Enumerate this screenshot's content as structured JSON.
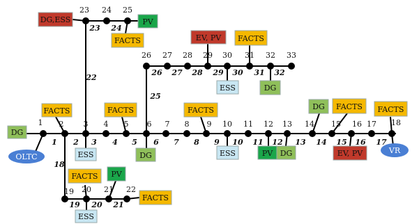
{
  "colors": {
    "FACTS": "#f5b800",
    "PV": "#1aa64a",
    "DG": "#8fbf5a",
    "ESS": "#c8e6f2",
    "EV_PV": "#c0392b",
    "DG_ESS": "#c0392b",
    "OLTC": "#4a7fd4",
    "VR": "#4a7fd4"
  },
  "buses": [
    "1",
    "2",
    "3",
    "4",
    "5",
    "6",
    "7",
    "8",
    "9",
    "10",
    "11",
    "12",
    "13",
    "14",
    "15",
    "16",
    "17",
    "18",
    "19",
    "20",
    "21",
    "22",
    "23",
    "24",
    "25",
    "26",
    "27",
    "28",
    "29",
    "30",
    "31",
    "32",
    "33"
  ],
  "branches": [
    "1",
    "2",
    "3",
    "4",
    "5",
    "6",
    "7",
    "8",
    "9",
    "10",
    "11",
    "12",
    "13",
    "14",
    "15",
    "16",
    "17",
    "18",
    "19",
    "20",
    "21",
    "22",
    "23",
    "24",
    "25",
    "26",
    "27",
    "28",
    "29",
    "30",
    "31",
    "32"
  ],
  "devices": {
    "facts": "FACTS",
    "pv": "PV",
    "dg": "DG",
    "ess": "ESS",
    "ev_pv": "EV, PV",
    "dg_ess": "DG,ESS",
    "oltc": "OLTC",
    "vr": "VR"
  }
}
